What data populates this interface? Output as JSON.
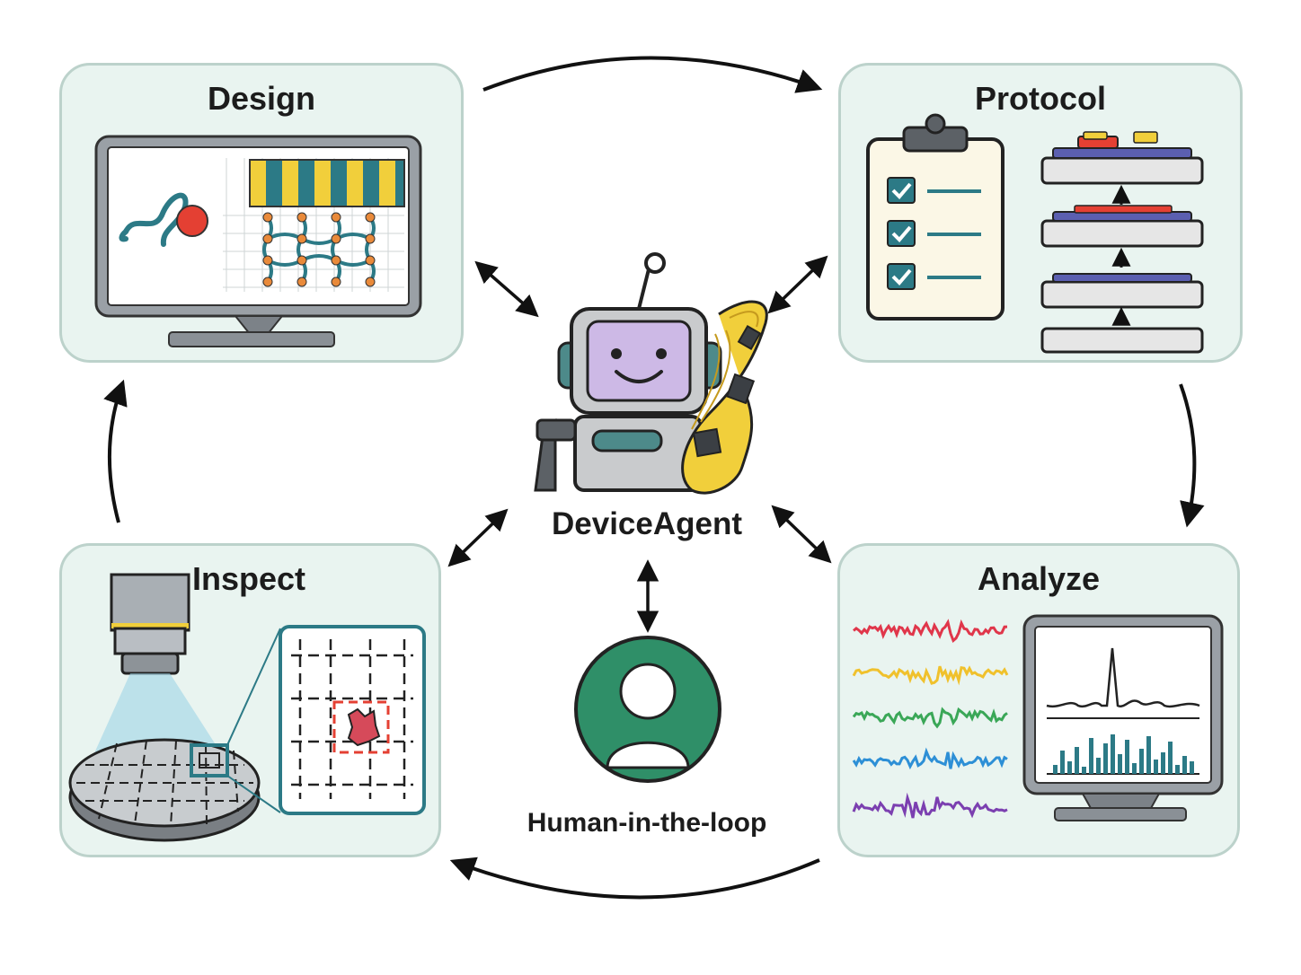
{
  "panels": {
    "design": {
      "title": "Design"
    },
    "protocol": {
      "title": "Protocol"
    },
    "inspect": {
      "title": "Inspect"
    },
    "analyze": {
      "title": "Analyze"
    }
  },
  "center": {
    "agent_label": "DeviceAgent",
    "human_label": "Human-in-the-loop"
  },
  "colors": {
    "panel_bg": "#e9f4f0",
    "panel_border": "#bcd2cb",
    "teal": "#2c7a86",
    "yellow": "#f1cf3b",
    "orange": "#e98a3a",
    "human_green": "#2f8f68",
    "robot_face": "#cdb9e6",
    "signal_red": "#e0364a",
    "signal_yellow": "#f0c12c",
    "signal_green": "#3aa757",
    "signal_blue": "#2d8fd6",
    "signal_purple": "#7b3fb0"
  },
  "icons": [
    "monitor-icon",
    "clipboard-checklist-icon",
    "layer-stack-icon",
    "robot-icon",
    "flexible-circuit-icon",
    "microscope-icon",
    "wafer-icon",
    "human-avatar-icon",
    "signal-waveform-icon",
    "spectrum-monitor-icon"
  ]
}
